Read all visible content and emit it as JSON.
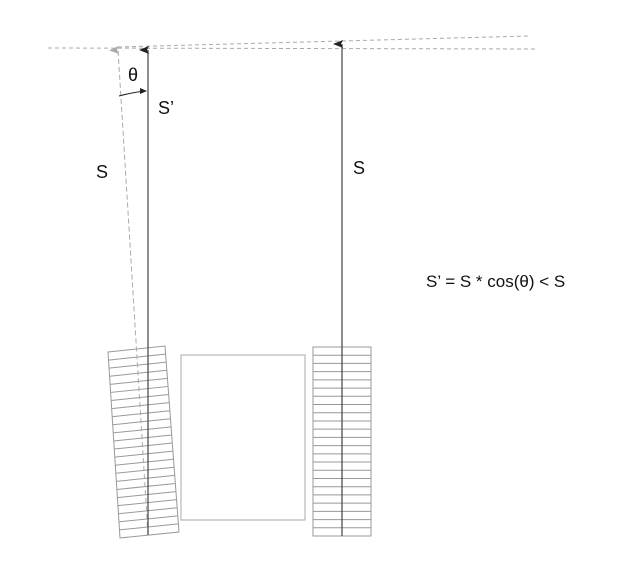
{
  "diagram": {
    "labels": {
      "theta": "θ",
      "s_prime": "S’",
      "s_left": "S",
      "s_right": "S",
      "equation": "S’ = S * cos(θ) < S"
    },
    "colors": {
      "arrow": "#333333",
      "dashed": "#aaaaaa",
      "track": "#999999",
      "body": "#aaaaaa"
    },
    "tracks": {
      "left_rows": 23,
      "right_rows": 23
    }
  }
}
